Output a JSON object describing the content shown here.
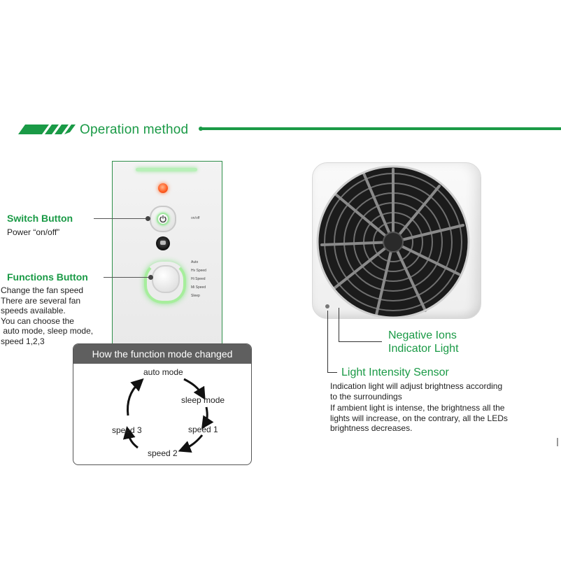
{
  "header": {
    "title": "Operation method"
  },
  "panel": {
    "onoff_label": "on/off",
    "mode_labels": [
      "Auto",
      "Hv Speed",
      "Hi Speed",
      "Mi Speed",
      "Sleep"
    ]
  },
  "switch_button": {
    "heading": "Switch Button",
    "desc": "Power “on/off”"
  },
  "functions_button": {
    "heading": "Functions Button",
    "desc_lines": [
      "Change the fan speed",
      "There are several fan",
      "speeds available.",
      "You can choose the",
      " auto mode, sleep mode,",
      "speed 1,2,3"
    ]
  },
  "mode_cycle": {
    "title": "How the function mode changed",
    "steps": [
      "auto mode",
      "sleep mode",
      "speed 1",
      "speed 2",
      "speed 3"
    ]
  },
  "negative_ions": {
    "line1": "Negative Ions",
    "line2": "Indicator Light"
  },
  "light_sensor": {
    "heading": "Light Intensity Sensor",
    "desc_lines": [
      "Indication light will adjust brightness according",
      "to the surroundings",
      "If ambient light is intense, the brightness all the",
      "lights will increase, on the contrary, all the LEDs",
      "brightness decreases."
    ]
  },
  "colors": {
    "accent": "#1a9a46",
    "box_header": "#5f5f5f"
  }
}
